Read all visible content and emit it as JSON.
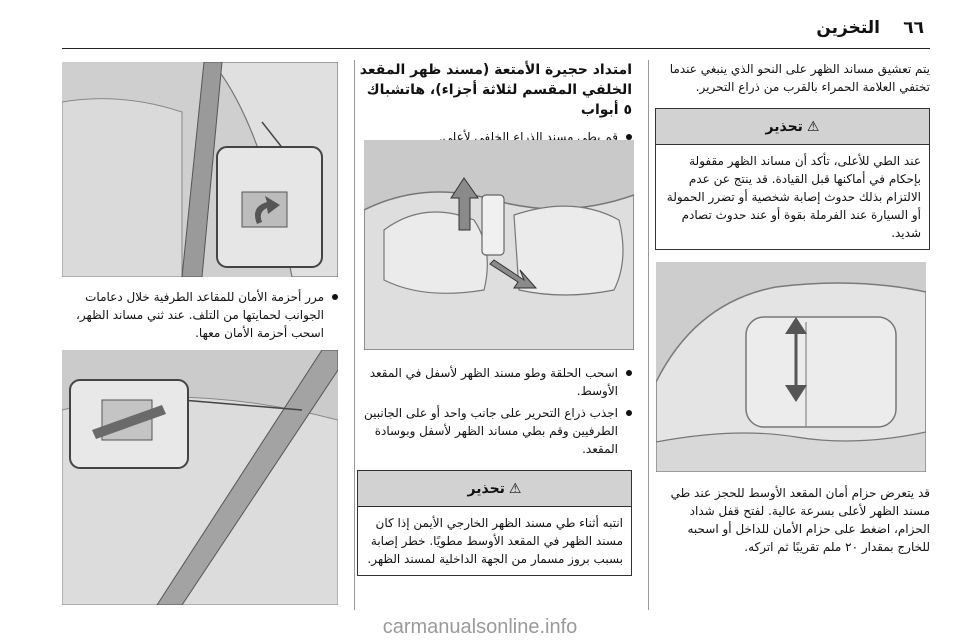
{
  "header": {
    "title": "التخزين",
    "page_number": "٦٦"
  },
  "right_column": {
    "intro": "يتم تعشيق مساند الظهر على النحو الذي ينبغي عندما تختفي العلامة الحمراء بالقرب من ذراع التحرير.",
    "warning": {
      "title": "تحذير",
      "text": "عند الطي للأعلى، تأكد أن مساند الظهر مقفولة بإحكام في أماكنها قبل القيادة. قد ينتج عن عدم الالتزام بذلك حدوث إصابة شخصية أو تضرر الحمولة أو السيارة عند الفرملة بقوة أو عند حدوث تصادم شديد."
    },
    "outro": "قد يتعرض حزام أمان المقعد الأوسط للحجز عند طي مسند الظهر لأعلى بسرعة عالية. لفتح قفل شداد الحزام، اضغط على حزام الأمان للداخل أو اسحبه للخارج بمقدار ٢٠ ملم تقريبًا ثم اتركه."
  },
  "middle_column": {
    "heading": "امتداد حجيرة الأمتعة (مسند ظهر المقعد الخلفي المقسم لثلاثة أجزاء)، هاتشباك ٥ أبواب",
    "bullet1": "قم بطي مسند الذراع الخلفي لأعلى.",
    "bullet2": "اسحب الحلقة وطو مسند الظهر لأسفل في المقعد الأوسط.",
    "bullet3": "اجذب ذراع التحرير على جانب واحد أو على الجانبين الطرفيين وقم بطي مساند الظهر لأسفل وبوسادة المقعد.",
    "warning": {
      "title": "تحذير",
      "text": "انتبه أثناء طي مسند الظهر الخارجي الأيمن إذا كان مسند الظهر في المقعد الأوسط مطويًا. خطر إصابة بسبب بروز مسمار من الجهة الداخلية لمسند الظهر."
    }
  },
  "left_column": {
    "bullet1": "مرر أحزمة الأمان للمقاعد الطرفية خلال دعامات الجوانب لحمايتها من التلف. عند ثني مساند الظهر، اسحب أحزمة الأمان معها."
  },
  "footer": {
    "watermark": "carmanualsonline.info"
  }
}
